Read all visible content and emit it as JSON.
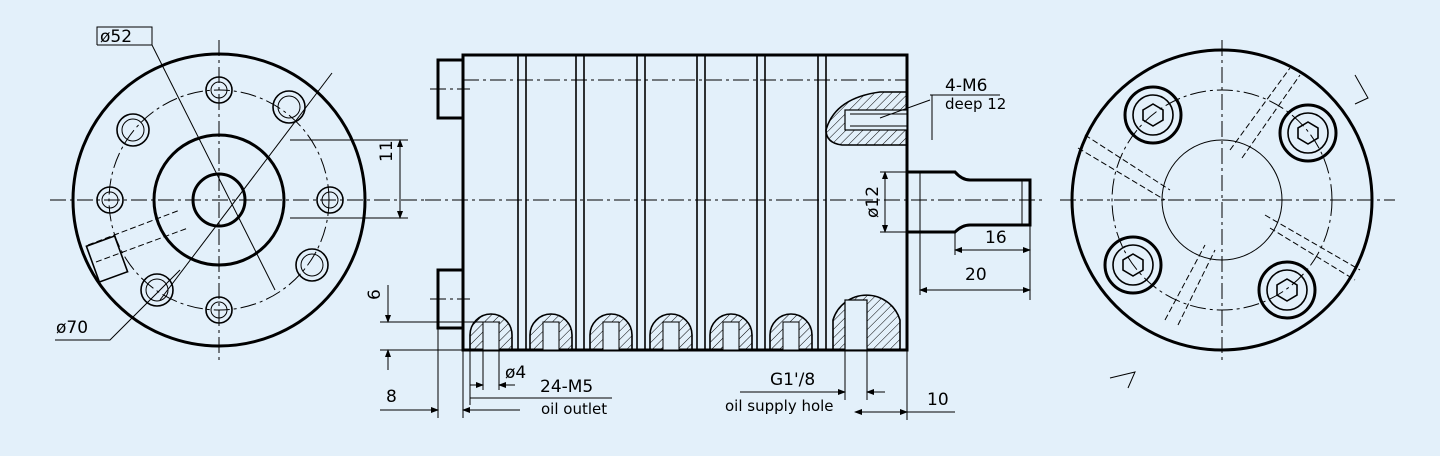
{
  "colors": {
    "background": "#e3f0fa",
    "line": "#000000",
    "hatch": "#000000"
  },
  "left_view": {
    "dim_outer": "ø70",
    "dim_pcd": "ø52",
    "dim_offset": "11"
  },
  "front_view": {
    "dim_thread": "4-M6",
    "dim_thread_depth": "deep 12",
    "dim_shaft_dia": "ø12",
    "dim_shaft_len_16": "16",
    "dim_shaft_len_20": "20",
    "dim_height_6": "6",
    "dim_width_8": "8",
    "dim_hole_dia": "ø4",
    "dim_outlets": "24-M5",
    "note_outlet": "oil outlet",
    "dim_supply": "G1'/8",
    "note_supply": "oil supply hole",
    "dim_width_10": "10"
  }
}
